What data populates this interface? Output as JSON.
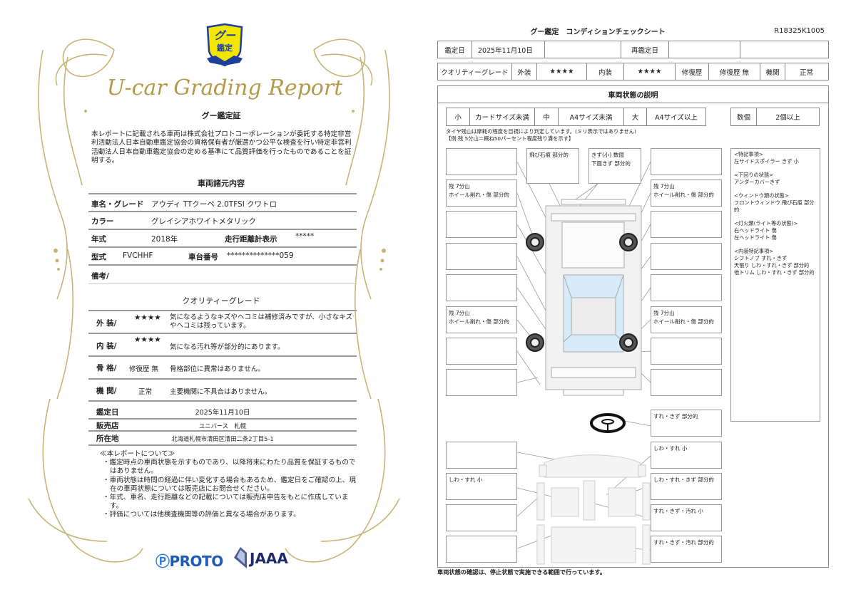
{
  "left": {
    "logo": {
      "text_top": "グー",
      "text_bottom": "鑑定",
      "colors": {
        "shield": "#f3e600",
        "border": "#1d3f9a"
      }
    },
    "report_title": "U-car Grading Report",
    "cert_title": "グー鑑定証",
    "cert_paragraph": "本レポートに記載される車両は株式会社プロトコーポレーションが委託する特定非営利活動法人日本自動車鑑定協会の資格保有者が厳選かつ公平な検査を行い特定非営利活動法人日本自動車鑑定協会の定める基準にて品質評価を行ったものであることを証明する。",
    "specs_title": "車両諸元内容",
    "specs": {
      "name_label": "車名・グレード",
      "name_value": "アウディ TTクーペ 2.0TFSI クワトロ",
      "color_label": "カラー",
      "color_value": "グレイシアホワイトメタリック",
      "year_label": "年式",
      "year_value": "2018年",
      "mileage_label": "走行距離計表示",
      "mileage_value": "*****",
      "model_label": "型式",
      "model_value": "FVCHHF",
      "chassis_label": "車台番号",
      "chassis_value": "**************059",
      "notes_label": "備考/"
    },
    "grade_title": "クオリティーグレード",
    "grades": {
      "exterior_label": "外 装/",
      "exterior_stars": "★★★★",
      "exterior_text": "気になるようなキズやヘコミは補修済みですが、小さなキズやヘコミは残っています。",
      "interior_label": "内 装/",
      "interior_stars": "★★★★",
      "interior_text": "気になる汚れ等が部分的にあります。",
      "frame_label": "骨 格/",
      "frame_value": "修復歴 無",
      "frame_text": "骨格部位に異常はありません。",
      "engine_label": "機 関/",
      "engine_value": "正常",
      "engine_text": "主要機関に不具合はありません。"
    },
    "date_label": "鑑定日",
    "date_value": "2025年11月10日",
    "shop_label": "販売店",
    "shop_value": "ユニバース　札幌",
    "address_label": "所在地",
    "address_value": "北海道札幌市清田区清田二条2丁目5-1",
    "about_title": "≪本レポートについて≫",
    "about_items": [
      "・鑑定時点の車両状態を示すものであり、以降将来にわたり品質を保証するものではありません。",
      "・車両状態は時間の経過に伴い変化する場合もあるため、鑑定日をご確認の上、現在の車両状態については販売店にお問合せください。",
      "・年式、車名、走行距離などの記載については販売店申告をもとに作成しています。",
      "・評価については他検査機関等の評価と異なる場合があります。"
    ],
    "logos": {
      "proto": "PROTO",
      "jaaa": "JAAA"
    },
    "ornament_color": "#c9b476"
  },
  "right": {
    "title": "グー鑑定　コンディションチェックシート",
    "doc_id": "R18325K1005",
    "row1": {
      "date_label": "鑑定日",
      "date_value": "2025年11月10日",
      "blank1": "",
      "reinspect_label": "再鑑定日",
      "reinspect_value": "",
      "blank2": ""
    },
    "row2": {
      "grade_label": "クオリティーグレード",
      "ext_label": "外装",
      "ext_stars": "★★★★",
      "int_label": "内装",
      "int_stars": "★★★★",
      "repair_label": "修復歴",
      "repair_value": "修復歴 無",
      "engine_label": "機関",
      "engine_value": "正常"
    },
    "section_title": "車両状態の説明",
    "legend": {
      "small": "小",
      "small_desc": "カードサイズ未満",
      "medium": "中",
      "medium_desc": "A4サイズ未満",
      "large": "大",
      "large_desc": "A4サイズ以上",
      "several": "数個",
      "several_desc": "2個以上"
    },
    "tire_note1": "タイヤ残山は摩耗の程度を目視により判定しています。(ミリ表示ではありません)",
    "tire_note2": "【例:残 5分山＝概ね50パーセント程度残り溝を示す】",
    "exterior_callouts_left": [
      "",
      "残 7分山\nホイール削れ・傷 部分的",
      "",
      "",
      "",
      "残 7分山\nホイール削れ・傷 部分的",
      "",
      ""
    ],
    "exterior_callouts_right": [
      "",
      "残 7分山\nホイール削れ・傷 部分的",
      "",
      "",
      "",
      "残 7分山\nホイール削れ・傷 部分的",
      "",
      ""
    ],
    "exterior_callouts_top": [
      "飛び石痕 部分的",
      "きず(小) 数個\n下面きず 部分的"
    ],
    "interior_callouts_left": [
      "",
      "しわ・すれ 小",
      "",
      ""
    ],
    "interior_callouts_right": [
      "すれ・きず 部分的",
      "しわ・すれ 小",
      "しわ・すれ・きず 部分的",
      "すれ・きず・汚れ 小",
      "すれ・きず・汚れ 部分的"
    ],
    "remarks": [
      {
        "heading": "<特記事項>",
        "lines": [
          "左サイドスポイラー きず 小"
        ]
      },
      {
        "heading": "<下回りの状態>",
        "lines": [
          "アンダーカバーきず"
        ]
      },
      {
        "heading": "<ウィンドウ類の状態>",
        "lines": [
          "フロントウィンドウ 飛び石痕 部分的"
        ]
      },
      {
        "heading": "<灯火類(ライト等の状態)>",
        "lines": [
          "右ヘッドライト 傷",
          "左ヘッドライト 傷"
        ]
      },
      {
        "heading": "<内装特記事項>",
        "lines": [
          "シフトノブ すれ・きず",
          "天張り しわ・すれ・きず 部分的",
          "他トリム しわ・すれ・きず 部分的"
        ]
      }
    ],
    "footer_note": "車両状態の確認は、停止状態で実施できる範囲で行っています。",
    "glass_color": "#d6ecfa"
  }
}
